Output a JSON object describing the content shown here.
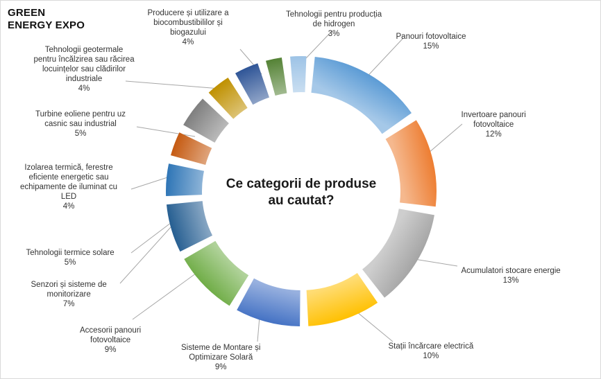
{
  "brand": {
    "line1": "GREEN",
    "line2": "ENERGY EXPO"
  },
  "chart_data": {
    "type": "pie",
    "subtype": "doughnut",
    "title_lines": [
      "Ce categorii de produse",
      "au cautat?"
    ],
    "legend": "none",
    "labels_outside": true,
    "slices": [
      {
        "label_lines": [
          "Panouri fotovoltaice"
        ],
        "value": 15,
        "value_label": "15%",
        "color": "#5b9bd5"
      },
      {
        "label_lines": [
          "Invertoare panouri",
          "fotovoltaice"
        ],
        "value": 12,
        "value_label": "12%",
        "color": "#ed7d31"
      },
      {
        "label_lines": [
          "Acumulatori stocare energie"
        ],
        "value": 13,
        "value_label": "13%",
        "color": "#a5a5a5"
      },
      {
        "label_lines": [
          "Stații încărcare electrică"
        ],
        "value": 10,
        "value_label": "10%",
        "color": "#ffc000"
      },
      {
        "label_lines": [
          "Sisteme de Montare și",
          "Optimizare Solară"
        ],
        "value": 9,
        "value_label": "9%",
        "color": "#4472c4"
      },
      {
        "label_lines": [
          "Accesorii panouri",
          "fotovoltaice"
        ],
        "value": 9,
        "value_label": "9%",
        "color": "#70ad47"
      },
      {
        "label_lines": [
          "Senzori și sisteme de",
          "monitorizare"
        ],
        "value": 7,
        "value_label": "7%",
        "color": "#255e91"
      },
      {
        "label_lines": [
          "Tehnologii termice solare"
        ],
        "value": 5,
        "value_label": "5%",
        "color": "#2e75b6"
      },
      {
        "label_lines": [
          "Izolarea termică, ferestre",
          "eficiente energetic sau",
          "echipamente de iluminat cu",
          "LED"
        ],
        "value": 4,
        "value_label": "4%",
        "color": "#c55a11"
      },
      {
        "label_lines": [
          "Turbine eoliene pentru uz",
          "casnic sau industrial"
        ],
        "value": 5,
        "value_label": "5%",
        "color": "#7f7f7f"
      },
      {
        "label_lines": [
          "Tehnologii geotermale",
          "pentru încălzirea sau răcirea",
          "locuințelor sau clădirilor",
          "industriale"
        ],
        "value": 4,
        "value_label": "4%",
        "color": "#bf9000"
      },
      {
        "label_lines": [
          "Producere și utilizare a",
          "biocombustibililor și",
          "biogazului"
        ],
        "value": 4,
        "value_label": "4%",
        "color": "#2f5597"
      },
      {
        "label_lines": [
          "Tehnologii pentru producția",
          "de hidrogen"
        ],
        "value": 3,
        "value_label": "3%",
        "color": "#548235"
      },
      {
        "label_lines": [],
        "value": 3,
        "value_label": "",
        "color": "#9dc3e6"
      }
    ]
  }
}
